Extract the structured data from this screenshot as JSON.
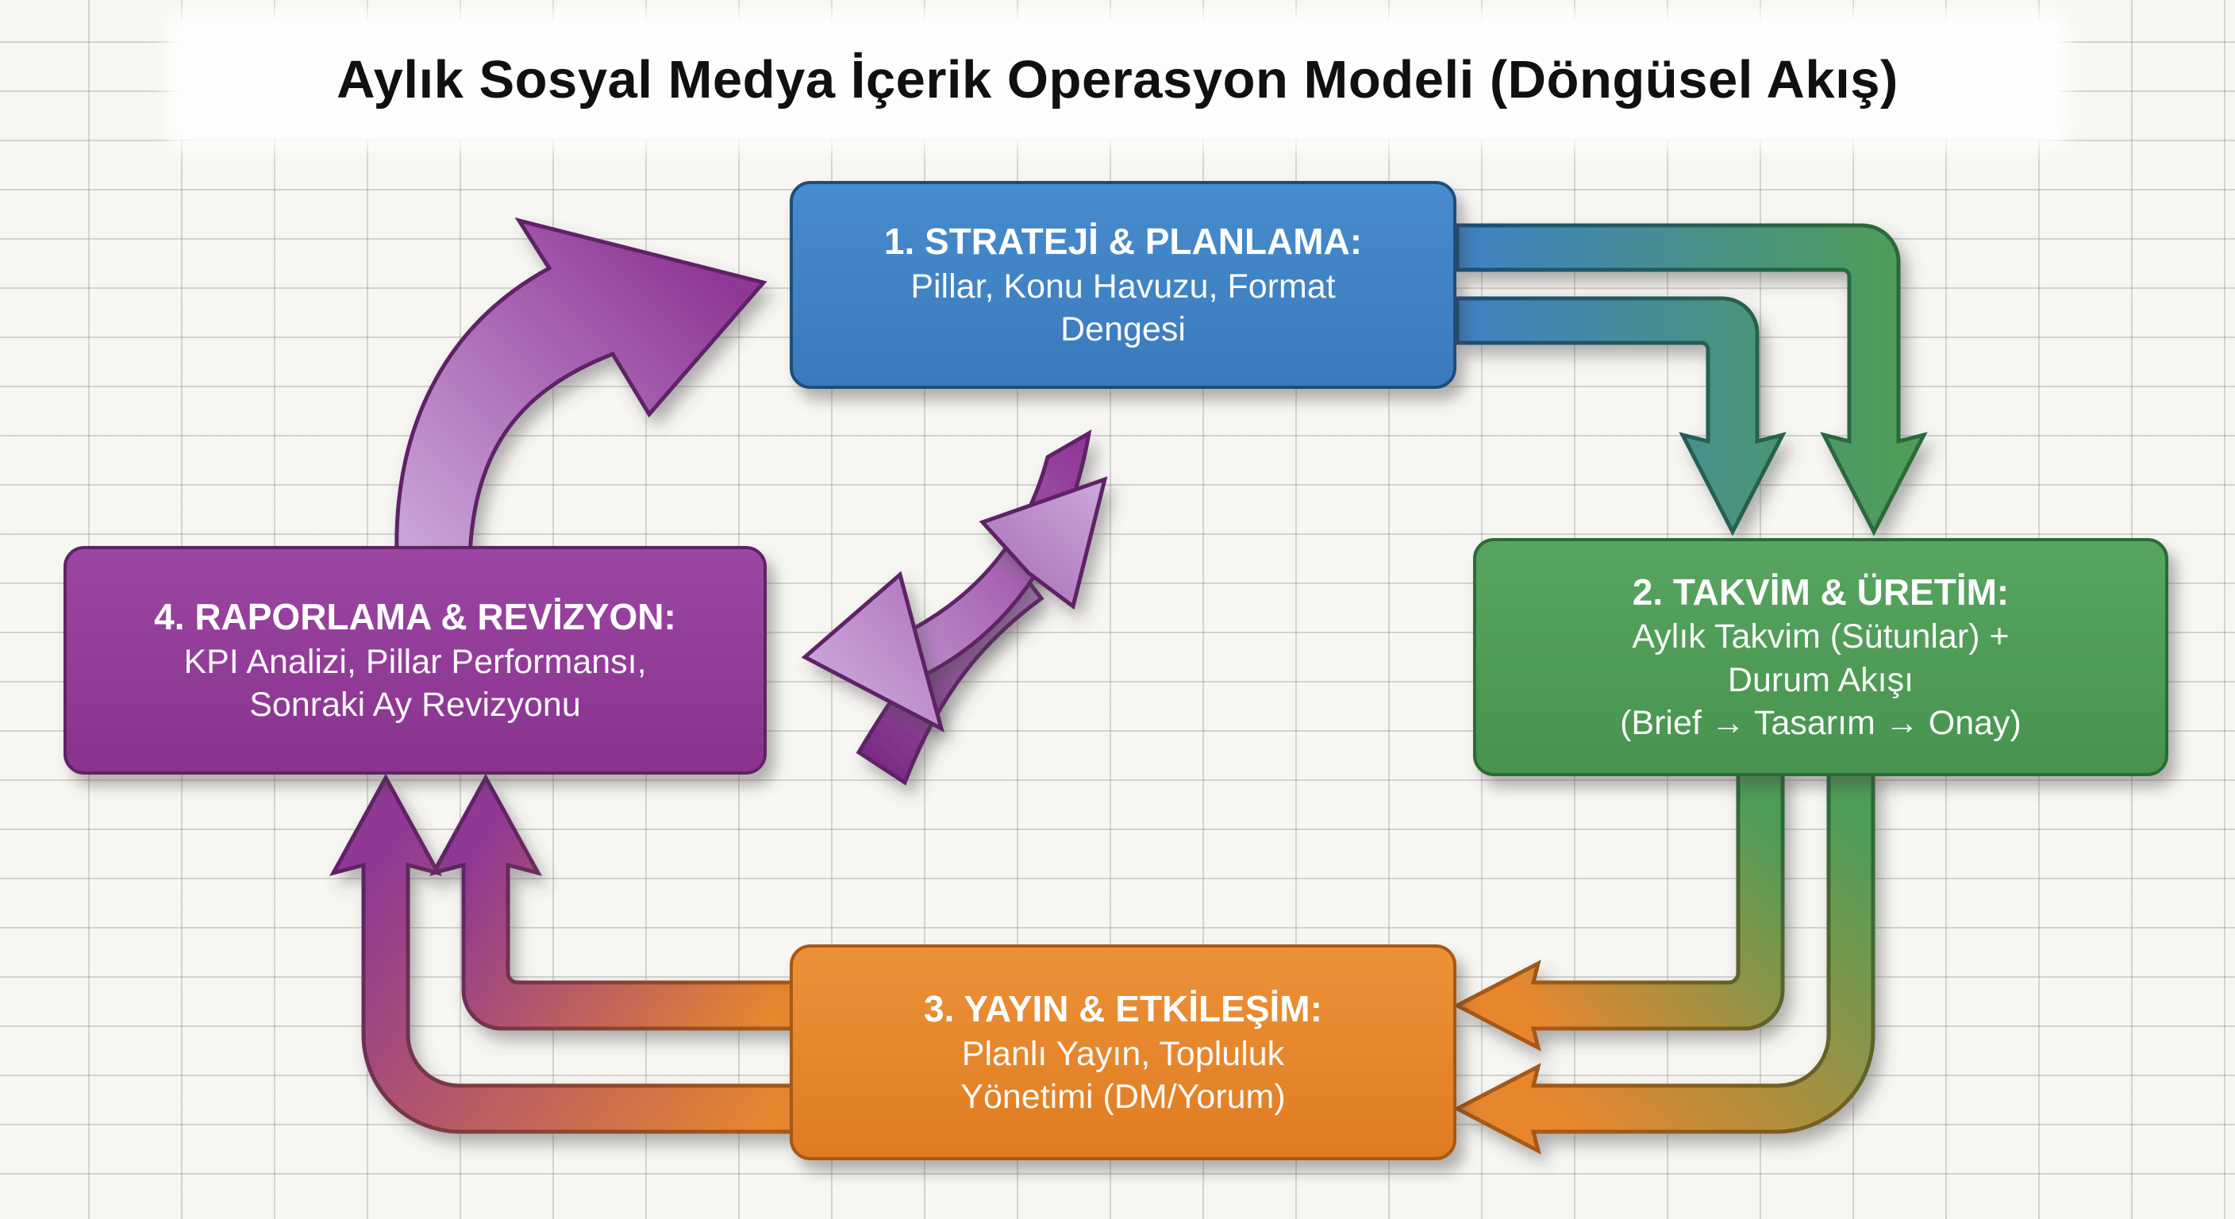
{
  "title": "Aylık Sosyal Medya İçerik Operasyon Modeli (Döngüsel Akış)",
  "boxes": [
    {
      "heading": "1. STRATEJİ & PLANLAMA:",
      "body_lines": [
        "Pillar, Konu Havuzu, Format",
        "Dengesi"
      ],
      "fill_top": "#478cce",
      "fill_bottom": "#3a7abc",
      "border": "#1d4e79"
    },
    {
      "heading": "2. TAKVİM & ÜRETİM:",
      "body_lines": [
        "Aylık Takvim (Sütunlar) +",
        "Durum Akışı",
        "(Brief → Tasarım → Onay)"
      ],
      "fill_top": "#57a560",
      "fill_bottom": "#47934f",
      "border": "#2c6b37"
    },
    {
      "heading": "3. YAYIN & ETKİLEŞİM:",
      "body_lines": [
        "Planlı Yayın, Topluluk",
        "Yönetimi (DM/Yorum)"
      ],
      "fill_top": "#ec9138",
      "fill_bottom": "#e07c22",
      "border": "#a85812"
    },
    {
      "heading": "4. RAPORLAMA & REVİZYON:",
      "body_lines": [
        "KPI Analizi, Pillar Performansı,",
        "Sonraki Ay Revizyonu"
      ],
      "fill_top": "#9b46a2",
      "fill_bottom": "#89338f",
      "border": "#5e2366"
    }
  ],
  "palette": {
    "blue": "#3e81c5",
    "blue_dark": "#1d4e79",
    "green": "#4f9d58",
    "green_dark": "#2c6b37",
    "orange": "#e8862d",
    "orange_dark": "#a85812",
    "purple": "#8f3795",
    "purple_dark": "#5e2366",
    "purple_light": "#c9a2d8",
    "purple_band_dark": "#7b2a84",
    "paper": "#f7f6f3",
    "grid_line": "#82807c",
    "title_text": "#101010",
    "title_bg": "#fdfdfc"
  },
  "arrows": [
    {
      "name": "strategy-to-calendar-outer",
      "from": "1. STRATEJİ & PLANLAMA",
      "to": "2. TAKVİM & ÜRETİM"
    },
    {
      "name": "strategy-to-calendar-inner",
      "from": "1. STRATEJİ & PLANLAMA",
      "to": "2. TAKVİM & ÜRETİM"
    },
    {
      "name": "calendar-to-publish-inner",
      "from": "2. TAKVİM & ÜRETİM",
      "to": "3. YAYIN & ETKİLEŞİM"
    },
    {
      "name": "calendar-to-publish-outer",
      "from": "2. TAKVİM & ÜRETİM",
      "to": "3. YAYIN & ETKİLEŞİM"
    },
    {
      "name": "publish-to-report-inner",
      "from": "3. YAYIN & ETKİLEŞİM",
      "to": "4. RAPORLAMA & REVİZYON"
    },
    {
      "name": "publish-to-report-outer",
      "from": "3. YAYIN & ETKİLEŞİM",
      "to": "4. RAPORLAMA & REVİZYON"
    },
    {
      "name": "report-to-strategy",
      "from": "4. RAPORLAMA & REVİZYON",
      "to": "1. STRATEJİ & PLANLAMA"
    },
    {
      "name": "cycle-swap-up-right",
      "from": "center",
      "to": "center"
    },
    {
      "name": "cycle-swap-down-left",
      "from": "center",
      "to": "center"
    }
  ]
}
